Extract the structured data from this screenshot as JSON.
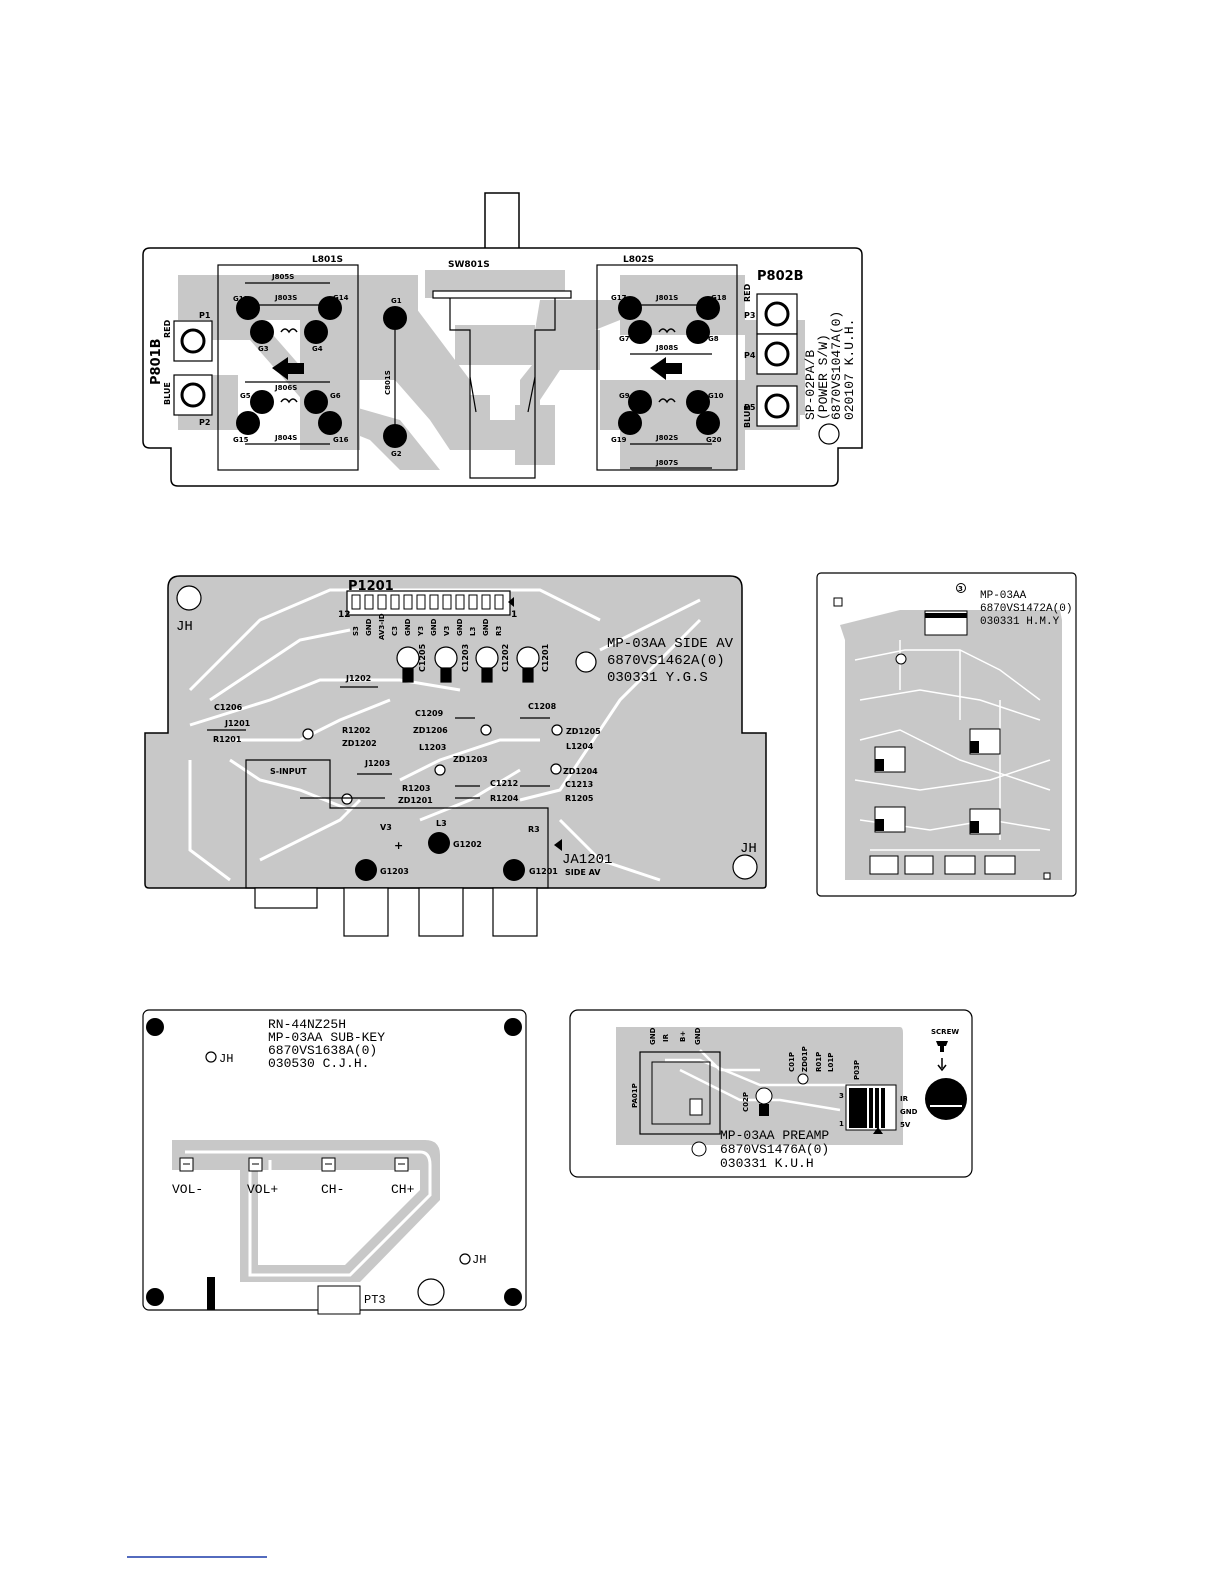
{
  "board_power": {
    "label_l801s": "L801S",
    "label_l802s": "L802S",
    "label_sw801s": "SW801S",
    "label_p801b": "P801B",
    "label_p802b": "P802B",
    "label_red_left": "RED",
    "label_blue_left": "BLUE",
    "label_red_right": "RED",
    "label_blue_right": "BLUE",
    "pins": [
      "P1",
      "P2",
      "P3",
      "P4",
      "P5"
    ],
    "jumpers_left": [
      "J805S",
      "J803S",
      "J806S",
      "J804S"
    ],
    "jumpers_right": [
      "J801S",
      "J808S",
      "J802S",
      "J807S"
    ],
    "pads_left": [
      "G13",
      "G14",
      "G3",
      "G4",
      "G5",
      "G6",
      "G15",
      "G16"
    ],
    "pads_mid": [
      "G1",
      "G2",
      "C801S"
    ],
    "pads_right": [
      "G17",
      "G18",
      "G7",
      "G8",
      "G9",
      "G10",
      "G19",
      "G20"
    ],
    "id_line1": "SP-02PA/B",
    "id_line2": "(POWER S/W)",
    "id_line3": "6870VS1047A(0)",
    "id_line4": "020107 K.U.H."
  },
  "board_side_av": {
    "connector": "P1201",
    "pin_12": "12",
    "pin_1": "1",
    "pin_names": [
      "S3",
      "GND",
      "AV3-ID",
      "C3",
      "GND",
      "Y3",
      "GND",
      "V3",
      "GND",
      "L3",
      "GND",
      "R3"
    ],
    "label_jh_left": "JH",
    "label_jh_right": "JH",
    "caps": [
      "C1205",
      "C1203",
      "C1202",
      "C1201"
    ],
    "parts_left": [
      "C1206",
      "J1201",
      "R1201",
      "J1202",
      "R1202",
      "ZD1202",
      "S-INPUT",
      "J1203",
      "R1203",
      "ZD1201",
      "V3"
    ],
    "parts_mid": [
      "C1209",
      "ZD1206",
      "L1203",
      "ZD1203",
      "C1212",
      "C1213",
      "R1204"
    ],
    "parts_right": [
      "C1208",
      "ZD1205",
      "L1204",
      "ZD1204",
      "R1205"
    ],
    "pad_l3": "L3",
    "pad_r3": "R3",
    "g_pads": [
      "G1202",
      "G1203",
      "G1201"
    ],
    "plus_sign": "+",
    "jack_name": "JA1201",
    "jack_desc": "SIDE AV",
    "id_line1": "MP-03AA SIDE AV",
    "id_line2": "6870VS1462A(0)",
    "id_line3": "030331 Y.G.S"
  },
  "board_main_small": {
    "circle_num": "3",
    "id_line1": "MP-03AA",
    "id_line2": "6870VS1472A(0)",
    "id_line3": "030331 H.M.Y"
  },
  "board_subkey": {
    "id_line1": "RN-44NZ25H",
    "id_line2": "MP-03AA SUB-KEY",
    "id_line3": "6870VS1638A(0)",
    "id_line4": "030530 C.J.H.",
    "jh_top": "JH",
    "jh_bottom": "JH",
    "keys": [
      "VOL-",
      "VOL+",
      "CH-",
      "CH+"
    ],
    "connector": "PT3"
  },
  "board_preamp": {
    "pin_labels": [
      "GND",
      "IR",
      "B+",
      "GND"
    ],
    "label_pa01p": "PA01P",
    "parts": [
      "C01P",
      "ZD01P",
      "R01P",
      "L01P",
      "C02P"
    ],
    "label_p03p": "P03P",
    "p03p_pins": [
      "IR",
      "GND",
      "5V"
    ],
    "num_3": "3",
    "num_1": "1",
    "screw": "SCREW",
    "id_line1": "MP-03AA PREAMP",
    "id_line2": "6870VS1476A(0)",
    "id_line3": "030331 K.U.H"
  }
}
